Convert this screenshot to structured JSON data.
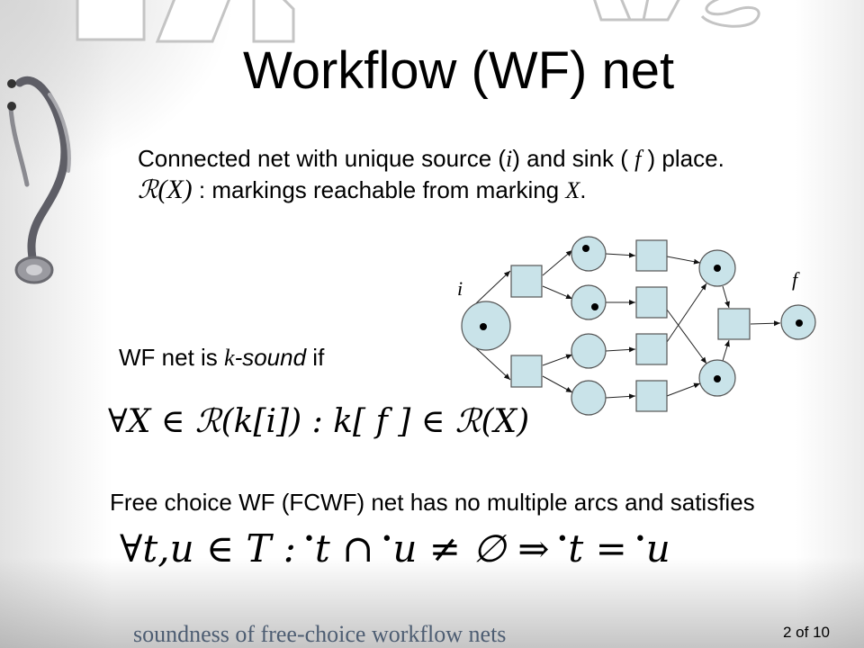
{
  "slide": {
    "title": "Workflow (WF) net",
    "intro_line1": [
      "Connected net with unique source (",
      "i",
      ") and sink ( ",
      "f",
      " ) place."
    ],
    "intro_line2": [
      "ℛ",
      "(X)",
      " : markings reachable from marking ",
      "X",
      "."
    ],
    "sound_def": [
      "WF net is ",
      "k",
      "-sound",
      " if"
    ],
    "formula_sound": "∀X ∈ ℛ(k[i]) : k[ f ] ∈ ℛ(X)",
    "fc_def": "Free choice WF (FCWF) net has no multiple arcs and satisfies",
    "formula_fc": [
      "∀t,u ∈ T :",
      "•",
      "t ∩",
      "•",
      "u ≠ ∅ ⇒",
      "•",
      "t =",
      "•",
      "u"
    ]
  },
  "net": {
    "source_label": "i",
    "sink_label": "f"
  },
  "footer": {
    "title": "soundness of free-choice workflow nets",
    "page": "2 of 10"
  },
  "colors": {
    "node_fill": "#c9e3e9",
    "node_stroke": "#555555",
    "footer_text": "#4d5d72",
    "decoration": "#c4c4c4"
  }
}
